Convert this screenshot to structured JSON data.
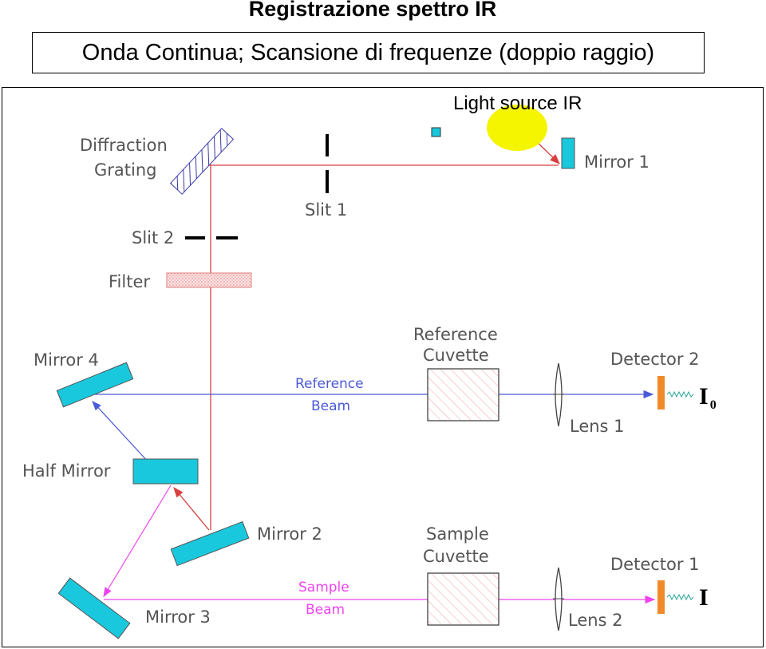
{
  "title": "Registrazione spettro IR",
  "subtitle": "Onda Continua; Scansione di frequenze (doppio raggio)",
  "labels": {
    "light_source": "Light source IR",
    "diffraction_grating_1": "Diffraction",
    "diffraction_grating_2": "Grating",
    "slit1": "Slit 1",
    "slit2": "Slit 2",
    "filter": "Filter",
    "mirror1": "Mirror 1",
    "mirror2": "Mirror 2",
    "mirror3": "Mirror 3",
    "mirror4": "Mirror 4",
    "half_mirror": "Half Mirror",
    "reference_cuvette_1": "Reference",
    "reference_cuvette_2": "Cuvette",
    "sample_cuvette_1": "Sample",
    "sample_cuvette_2": "Cuvette",
    "reference_beam_1": "Reference",
    "reference_beam_2": "Beam",
    "sample_beam_1": "Sample",
    "sample_beam_2": "Beam",
    "lens1": "Lens 1",
    "lens2": "Lens 2",
    "detector1": "Detector 1",
    "detector2": "Detector 2",
    "signal_i0": "I",
    "signal_i0_sub": "0",
    "signal_i": "I"
  },
  "colors": {
    "mirror_fill": "#19c8dc",
    "source_fill": "#f5f500",
    "red_beam": "#d84040",
    "reference_beam": "#4a5ad8",
    "sample_beam": "#ee44ee",
    "detector": "#f08a28",
    "filter": "#f3a8a8",
    "label_gray": "#555555"
  }
}
